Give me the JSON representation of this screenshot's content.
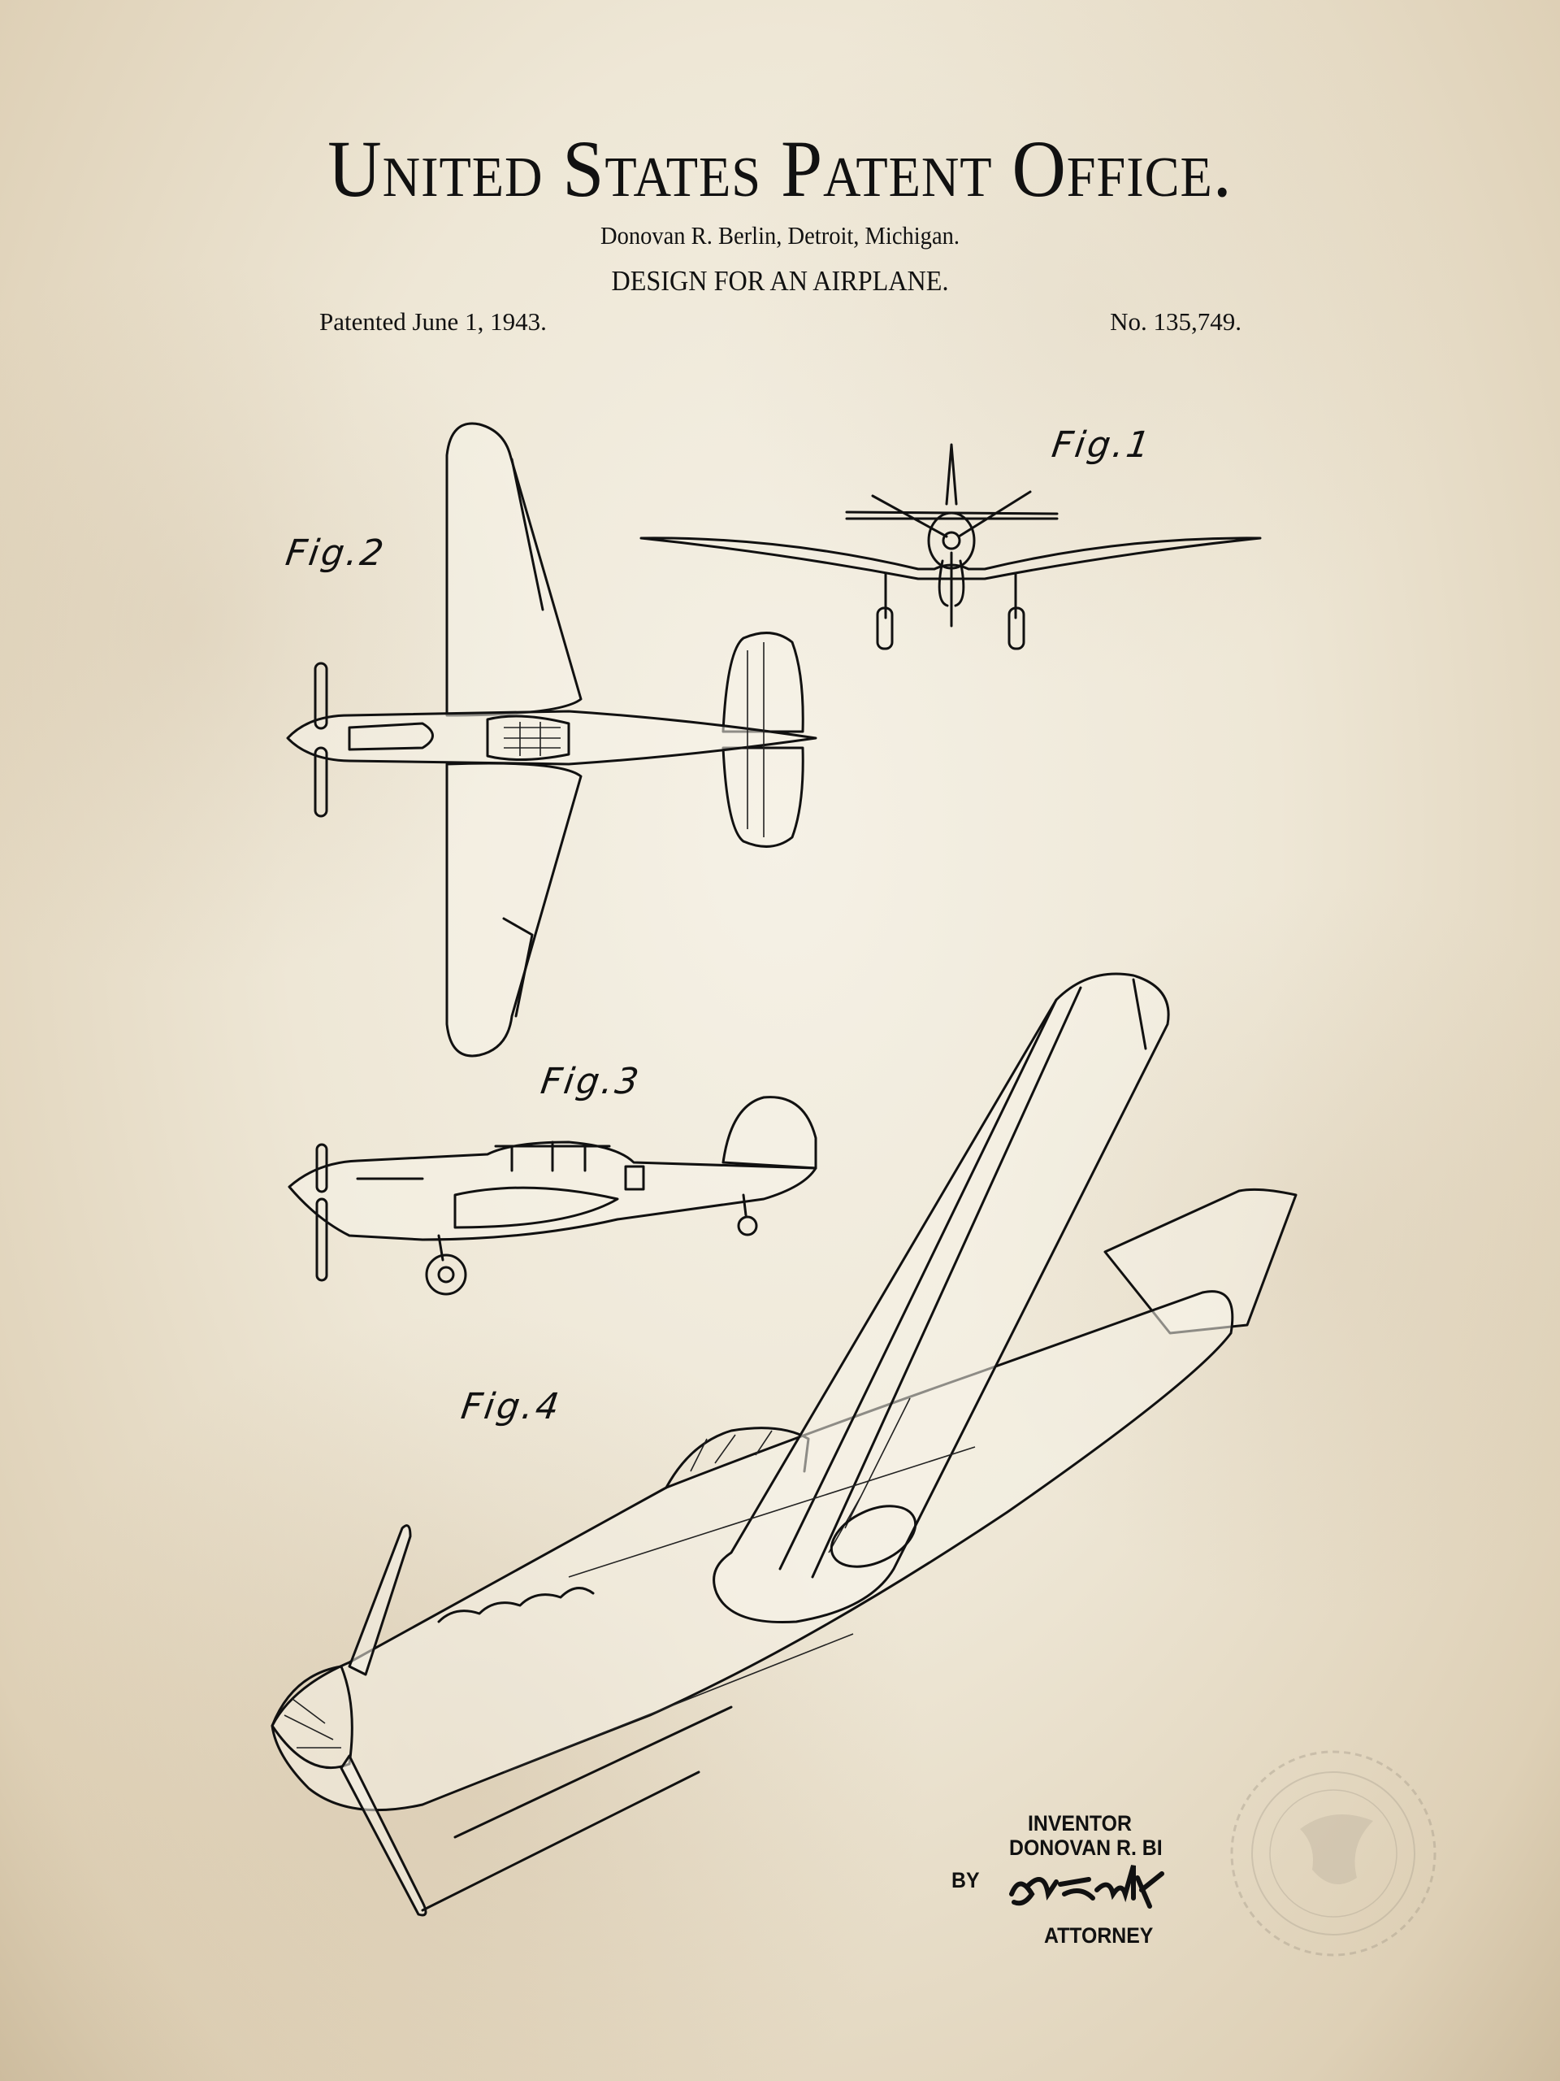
{
  "header": {
    "office_title": "United States Patent Office.",
    "inventor_line": "Donovan R. Berlin, Detroit, Michigan.",
    "design_title": "DESIGN FOR AN AIRPLANE.",
    "patented_date": "Patented June 1, 1943.",
    "patent_number": "No. 135,749."
  },
  "figures": {
    "fig1": "Fig.1",
    "fig2": "Fig.2",
    "fig3": "Fig.3",
    "fig4": "Fig.4"
  },
  "signature_block": {
    "inventor_label": "INVENTOR",
    "inventor_name": "DONOVAN R. BI",
    "by_label": "BY",
    "attorney_label": "ATTORNEY"
  }
}
